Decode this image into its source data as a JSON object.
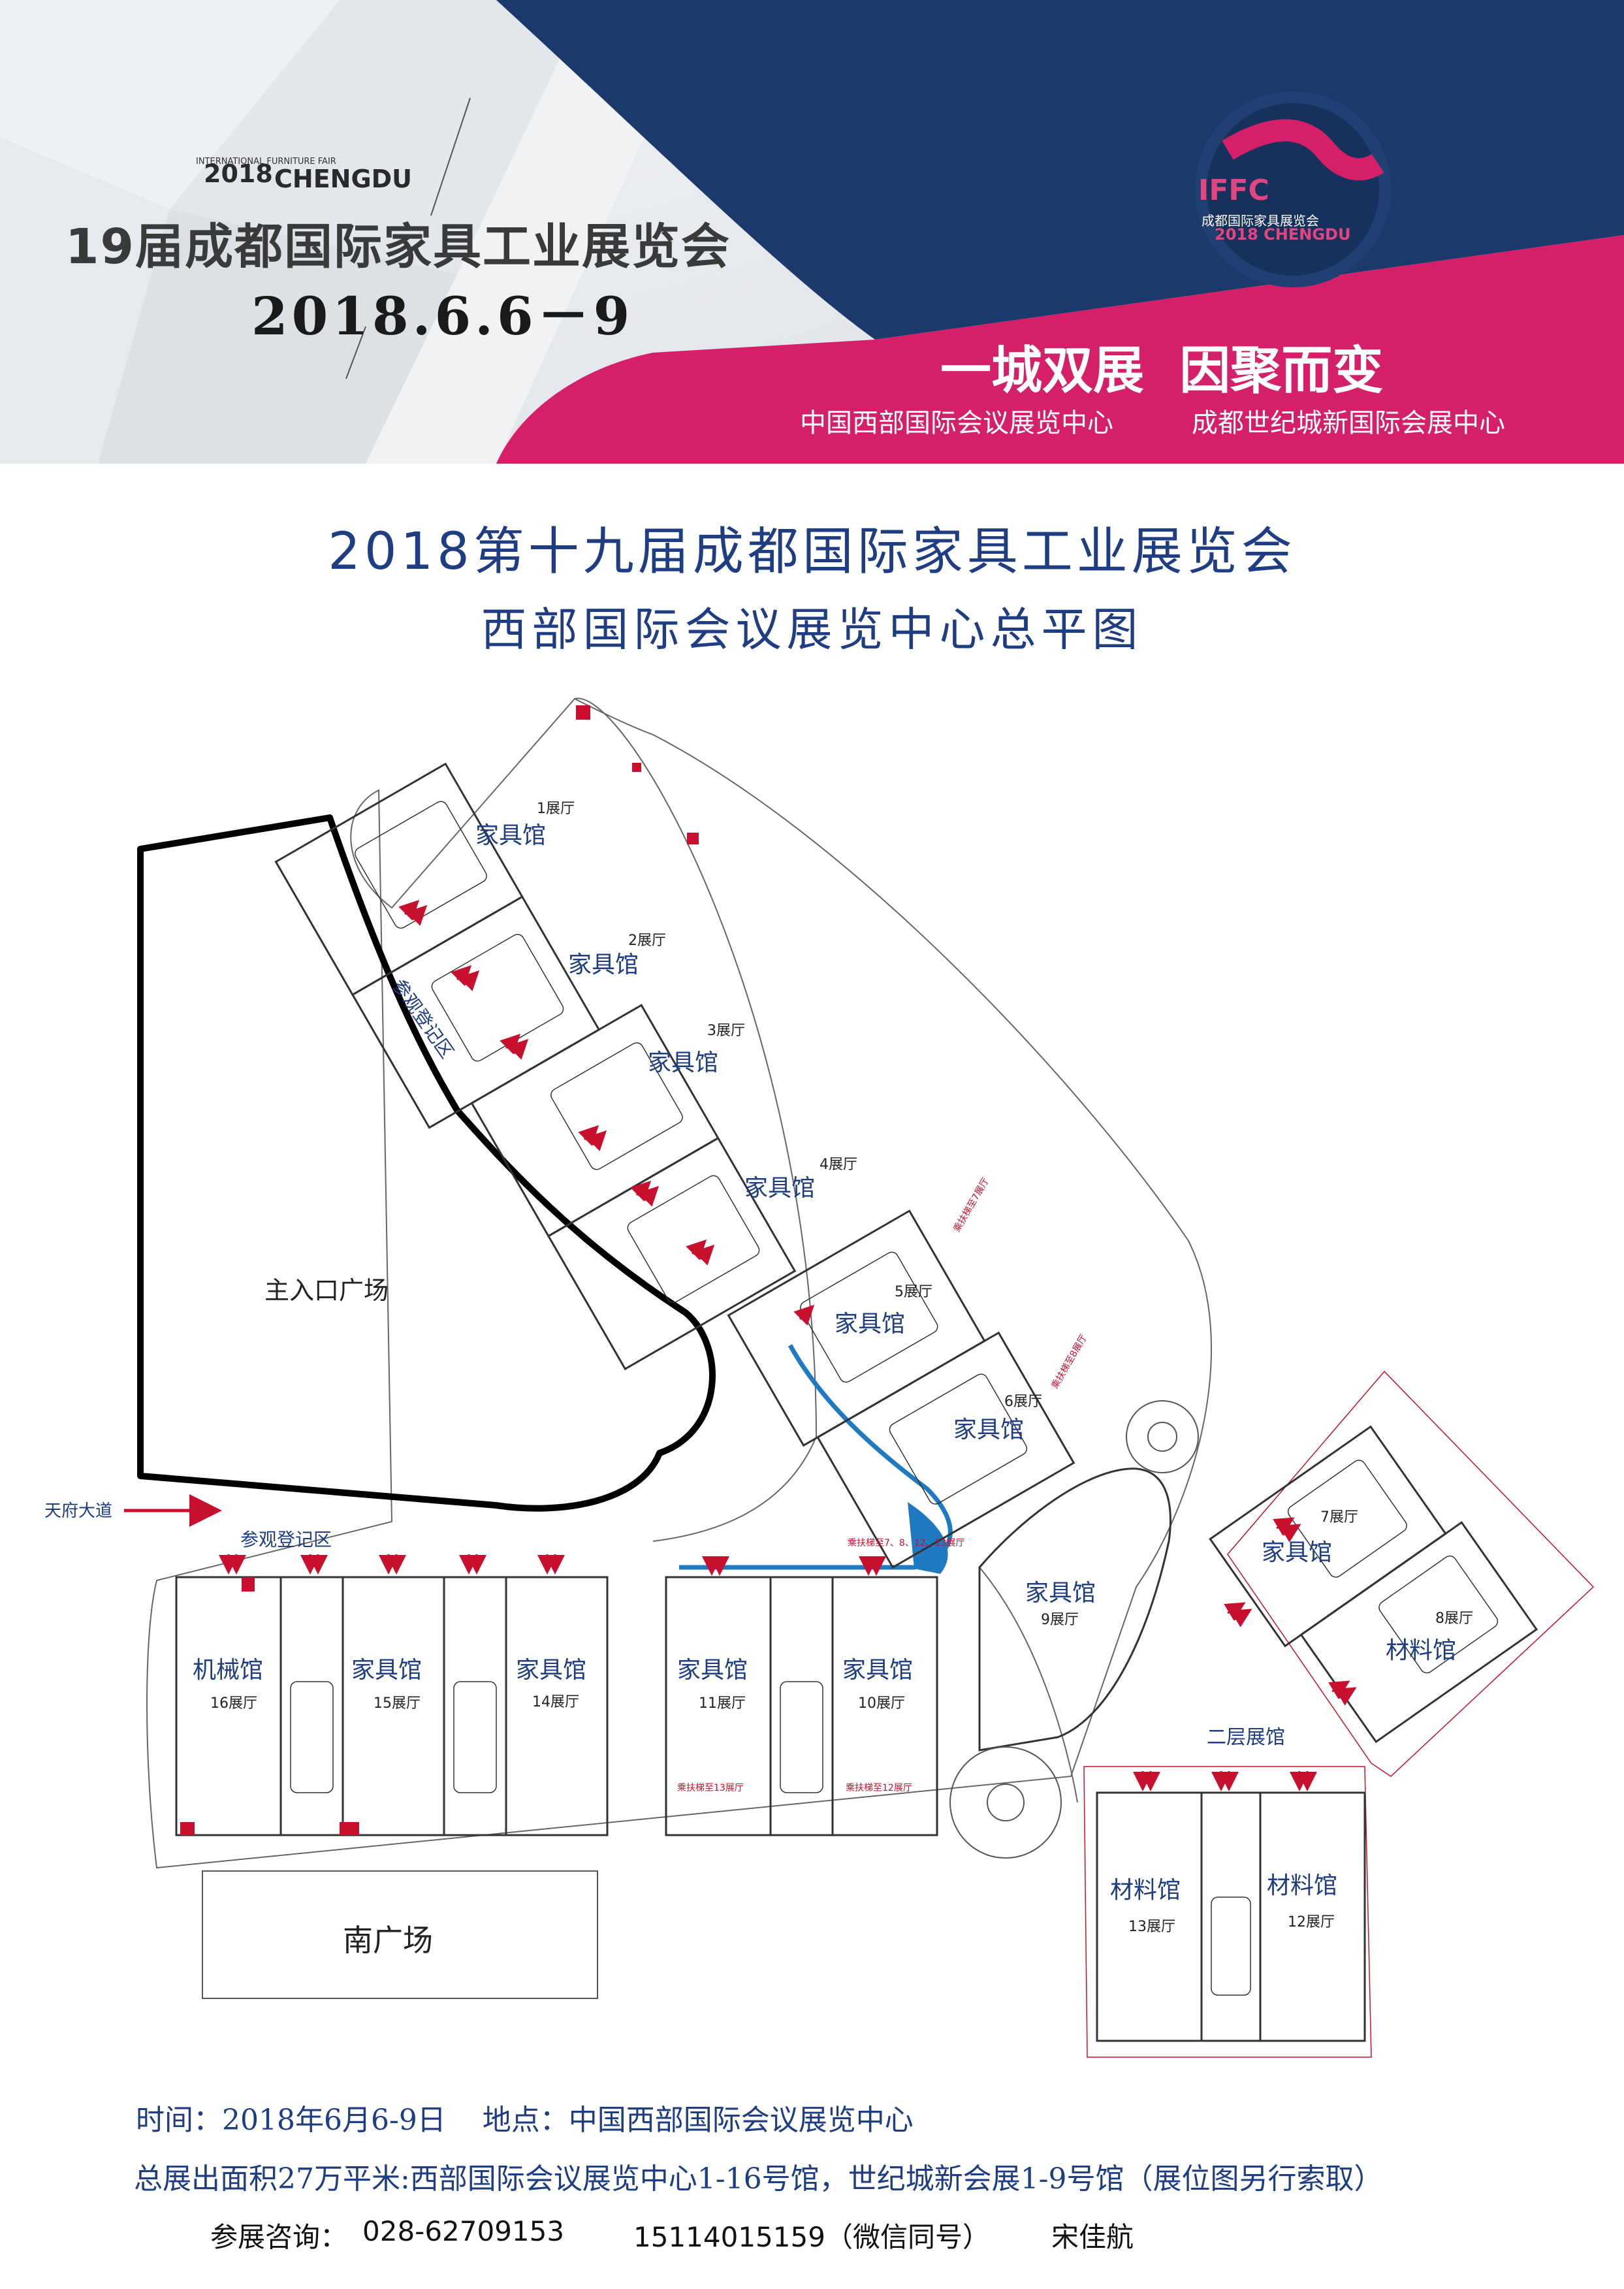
{
  "banner": {
    "fair_small": "INTERNATIONAL FURNITURE FAIR",
    "year": "2018",
    "city": "CHENGDU",
    "title": "19届成都国际家具工业展览会",
    "date": "2018.6.6－9",
    "logo_letters": "IFFC",
    "logo_cn": "成都国际家具展览会",
    "logo_sub": "2018 CHENGDU",
    "slogan": "一城双展  因聚而变",
    "venue_a": "中国西部国际会议展览中心",
    "venue_b": "成都世纪城新国际会展中心"
  },
  "heading": {
    "line1": "2018第十九届成都国际家具工业展览会",
    "line2": "西部国际会议展览中心总平图"
  },
  "map_labels": {
    "main_plaza": "主入口广场",
    "south_plaza": "南广场",
    "road": "天府大道",
    "registration_1": "参观登记区",
    "registration_2": "参观登记区",
    "second_floor": "二层展馆"
  },
  "halls": [
    {
      "name": "家具馆",
      "no": "1展厅"
    },
    {
      "name": "家具馆",
      "no": "2展厅"
    },
    {
      "name": "家具馆",
      "no": "3展厅"
    },
    {
      "name": "家具馆",
      "no": "4展厅"
    },
    {
      "name": "家具馆",
      "no": "5展厅"
    },
    {
      "name": "家具馆",
      "no": "6展厅"
    },
    {
      "name": "家具馆",
      "no": "7展厅"
    },
    {
      "name": "材料馆",
      "no": "8展厅"
    },
    {
      "name": "家具馆",
      "no": "9展厅"
    },
    {
      "name": "家具馆",
      "no": "10展厅"
    },
    {
      "name": "家具馆",
      "no": "11展厅"
    },
    {
      "name": "材料馆",
      "no": "12展厅"
    },
    {
      "name": "材料馆",
      "no": "13展厅"
    },
    {
      "name": "家具馆",
      "no": "14展厅"
    },
    {
      "name": "家具馆",
      "no": "15展厅"
    },
    {
      "name": "机械馆",
      "no": "16展厅"
    }
  ],
  "escalator_notes": {
    "to_7": "乘扶梯至7展厅",
    "to_8": "乘扶梯至8展厅",
    "to_7_8_12_13": "乘扶梯至7、8、12、13展厅",
    "to_13_a": "乘扶梯至13展厅",
    "to_12_a": "乘扶梯至12展厅"
  },
  "footer": {
    "line1": "时间：2018年6月6-9日    地点：中国西部国际会议展览中心",
    "line2": "总展出面积27万平米:西部国际会议展览中心1-16号馆，世纪城新会展1-9号馆（展位图另行索取）",
    "contact_label": "参展咨询：",
    "phone1": "028-62709153",
    "phone2": "15114015159（微信同号）",
    "contact_name": "宋佳航"
  },
  "colors": {
    "navy": "#1b3a6b",
    "magenta": "#d61f69",
    "hall_text": "#1f3d82",
    "arrow": "#c8102e",
    "path_blue": "#1f7ac2"
  }
}
